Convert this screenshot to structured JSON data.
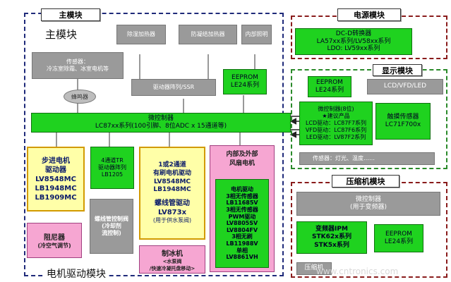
{
  "main_module": {
    "tab": "主模块",
    "heading": "主模块",
    "dehumidifier": "除湿加热器",
    "anti_condensation": "防凝结加热器",
    "interior_light": "内部照明",
    "sensor_title": "传感器：",
    "sensor_desc": "冷冻室除霜、冰室电机等",
    "buzzer": "蜂鸣器",
    "driver_array": "驱动器阵列/SSR",
    "eeprom_title": "EEPROM",
    "eeprom_series": "LE24系列",
    "mcu_title": "微控制器",
    "mcu_desc": "LC87xx系列(100引脚、8位ADC x 15通道等)"
  },
  "motor_module": {
    "footer": "电机驱动模块",
    "stepper_lines": [
      "步进电机",
      "驱动器",
      "LV8548MC",
      "LB1948MC",
      "LB1909MC"
    ],
    "tr_array_lines": [
      "4通道TR",
      "驱动器阵列",
      "LB1205"
    ],
    "brushed_lines": [
      "1或2通道",
      "有刷电机驱动",
      "LV8548MC",
      "LB1948MC"
    ],
    "solenoid_lines": [
      "螺线管驱动",
      "LV873x",
      "(用于供水泵阀)"
    ],
    "fan_lines": [
      "内部及外部",
      "风扇电机"
    ],
    "fan_driver_lines": [
      "电机驱动",
      "3相无传感器",
      "LB11685V",
      "3相无传感器",
      "PWM驱动",
      "LV8805SV",
      "LV8804FV",
      "3相无刷",
      "LB11988V",
      "单相",
      "LV8861VH"
    ],
    "damper_lines": [
      "阻尼器",
      "(冷空气调节)"
    ],
    "solenoid_control_lines": [
      "螺线管控制阀",
      "(冷却剂",
      "流控制)"
    ],
    "ice_maker_lines": [
      "制冰机",
      "<水泵阀",
      "/快速冷凝托盘移动>"
    ]
  },
  "power_module": {
    "tab": "电源模块",
    "lines": [
      "DC-D转换器",
      "LA57xx系列/LV58xx系列",
      "LDO: LV59xx系列"
    ]
  },
  "display_module": {
    "tab": "显示模块",
    "eeprom_title": "EEPROM",
    "eeprom_series": "LE24系列",
    "lcd": "LCD/VFD/LED",
    "mcu_lines": [
      "微控制器(8位)",
      "★建议产品",
      "LCD驱动：LC87F7系列",
      "VFD驱动：LC87F6系列",
      "LED驱动：LV87F2系列"
    ],
    "touch_lines": [
      "触摸传感器",
      "LC71F700x"
    ],
    "sensor": "传感器：灯光、温度……"
  },
  "compressor_module": {
    "tab": "压缩机模块",
    "mcu_lines": [
      "微控制器",
      "(用于变频器)"
    ],
    "ipm_lines": [
      "变频器IPM",
      "STK62x系列",
      "STK5x系列"
    ],
    "eeprom_lines": [
      "EEPROM",
      "LE24系列"
    ],
    "compressor": "压缩机"
  },
  "watermark": "www.cntronics.com"
}
